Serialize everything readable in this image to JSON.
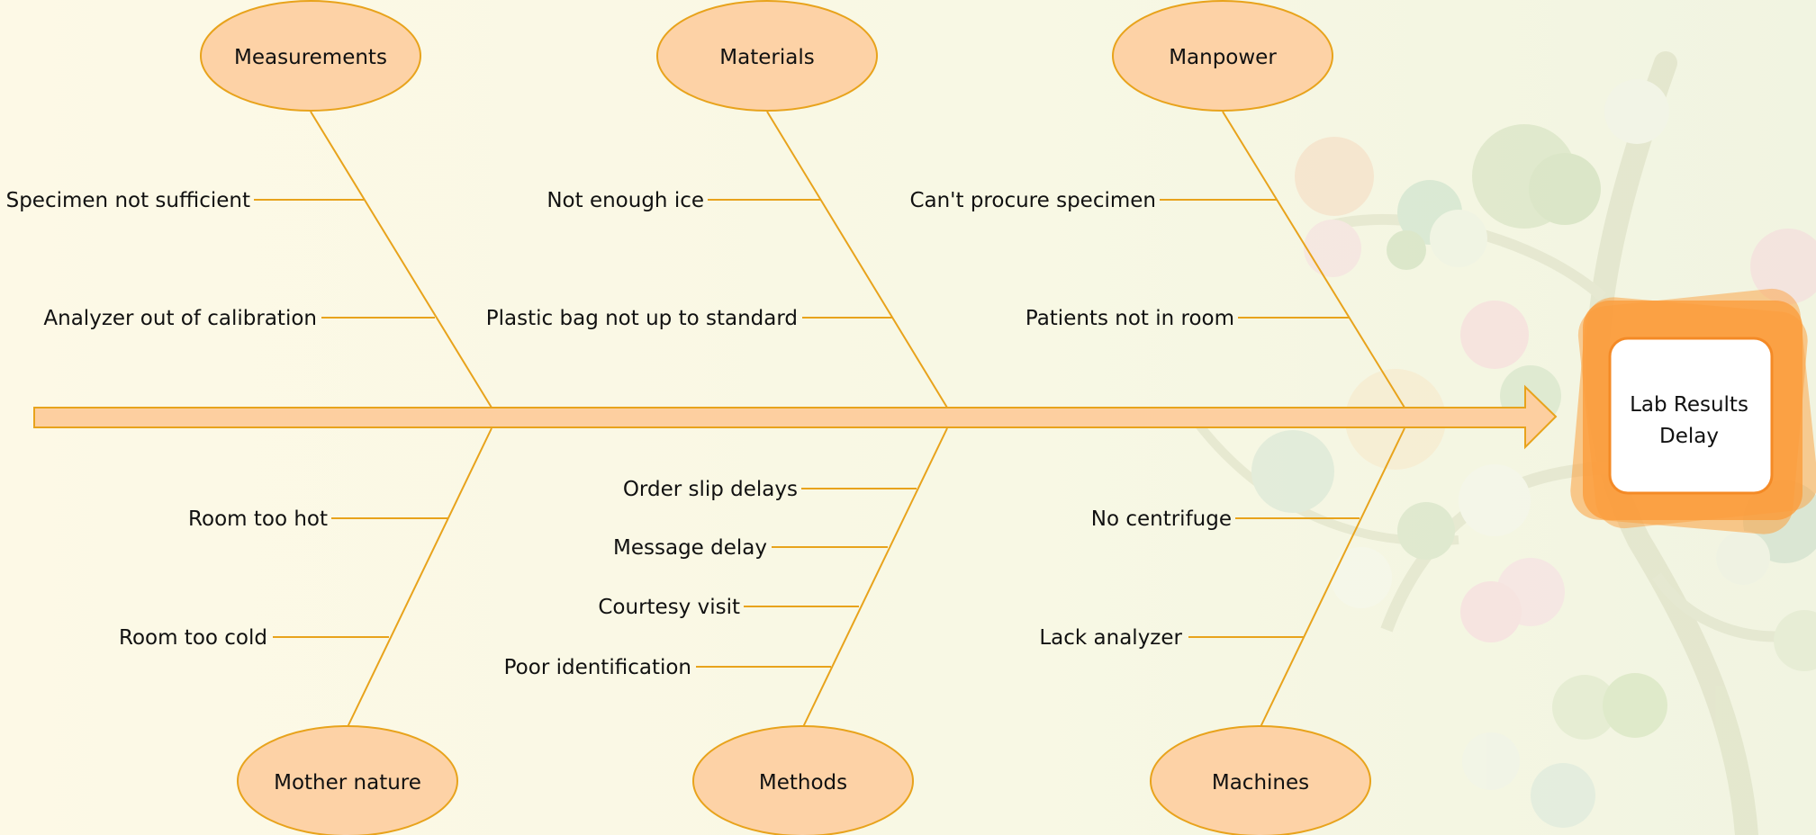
{
  "effect": {
    "line1": "Lab Results",
    "line2": "Delay"
  },
  "categories": {
    "measurements": "Measurements",
    "materials": "Materials",
    "manpower": "Manpower",
    "mother_nature": "Mother nature",
    "methods": "Methods",
    "machines": "Machines"
  },
  "causes": {
    "measurements": [
      "Specimen not sufficient",
      "Analyzer out of calibration"
    ],
    "materials": [
      "Not enough ice",
      "Plastic bag not up to standard"
    ],
    "manpower": [
      "Can't procure specimen",
      "Patients not in room"
    ],
    "mother_nature": [
      "Room too hot",
      "Room too cold"
    ],
    "methods": [
      "Order slip delays",
      "Message delay",
      "Courtesy visit",
      "Poor identification"
    ],
    "machines": [
      "No centrifuge",
      "Lack analyzer"
    ]
  },
  "colors": {
    "line": "#e8a31c",
    "ellipse_fill": "#fdd2a6",
    "spine_fill": "#fdcfa0",
    "effect_outer": "#fca040",
    "effect_inner": "#ffffff"
  }
}
